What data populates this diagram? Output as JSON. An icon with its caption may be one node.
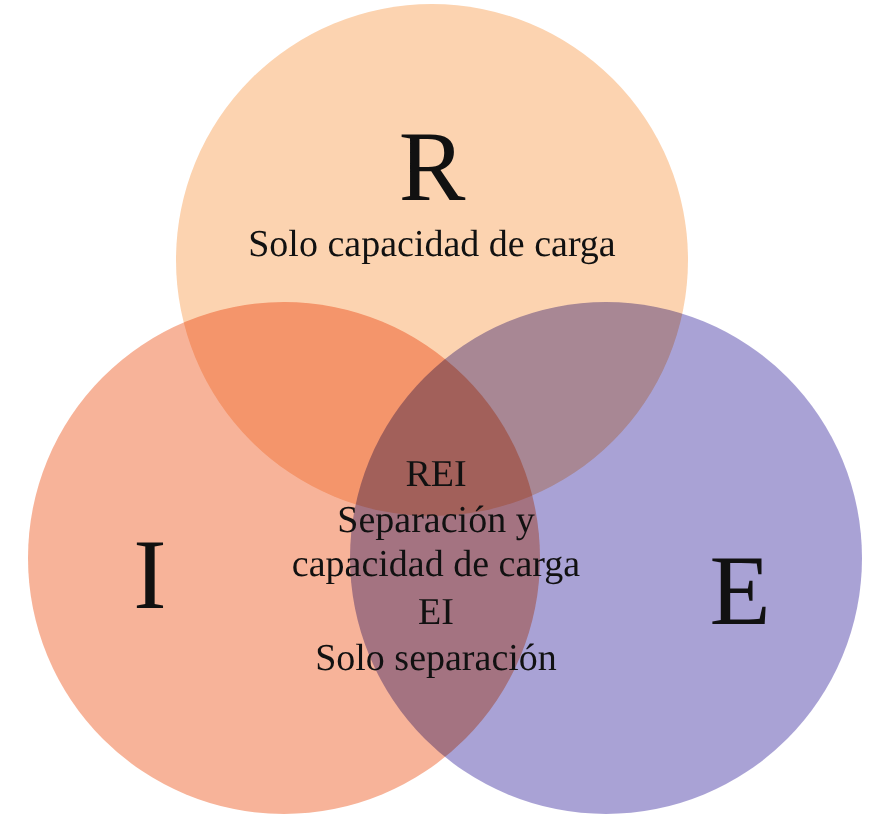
{
  "diagram": {
    "nodes": [
      {
        "text": [
          "R",
          "Solo capacidad de carga"
        ]
      },
      {
        "text": [
          "I"
        ]
      },
      {
        "text": [
          "E"
        ]
      }
    ],
    "labels": [
      "REI",
      "Separación y capacidad de carga",
      "EI",
      "Solo separación"
    ]
  }
}
